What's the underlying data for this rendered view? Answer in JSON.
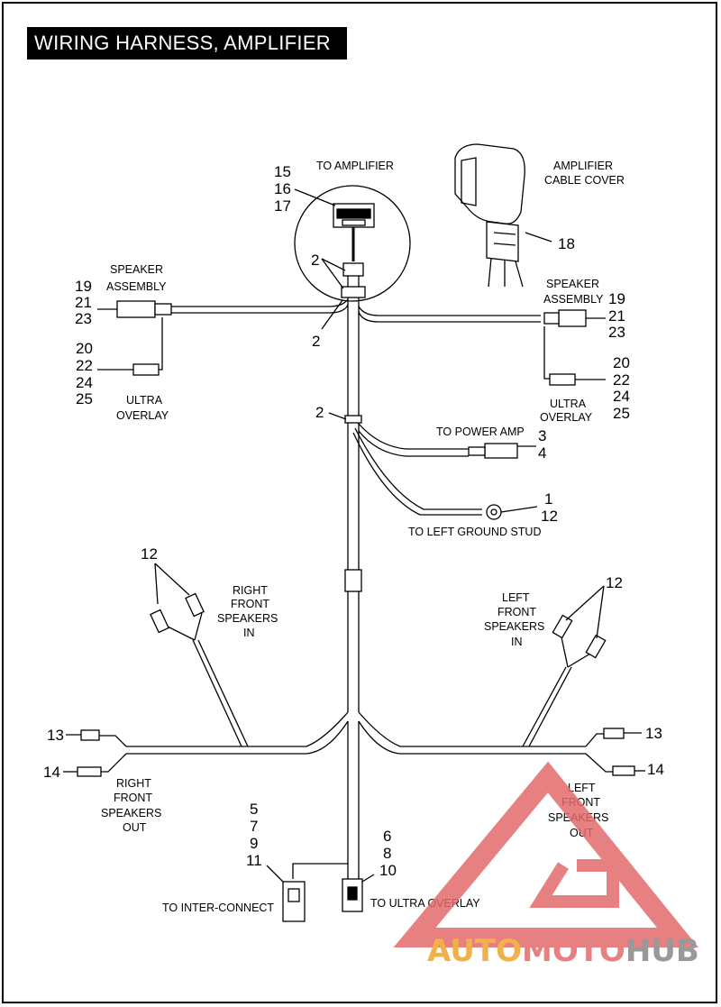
{
  "title": "WIRING HARNESS, AMPLIFIER",
  "labels": {
    "to_amplifier": "TO AMPLIFIER",
    "amp_cover_1": "AMPLIFIER",
    "amp_cover_2": "CABLE COVER",
    "spk_left_1": "SPEAKER",
    "spk_left_2": "ASSEMBLY",
    "spk_right_1": "SPEAKER",
    "spk_right_2": "ASSEMBLY",
    "ultra_left_1": "ULTRA",
    "ultra_left_2": "OVERLAY",
    "ultra_right_1": "ULTRA",
    "ultra_right_2": "OVERLAY",
    "to_power_amp": "TO POWER AMP",
    "to_left_ground": "TO LEFT GROUND STUD",
    "rfs_in_1": "RIGHT",
    "rfs_in_2": "FRONT",
    "rfs_in_3": "SPEAKERS",
    "rfs_in_4": "IN",
    "lfs_in_1": "LEFT",
    "lfs_in_2": "FRONT",
    "lfs_in_3": "SPEAKERS",
    "lfs_in_4": "IN",
    "rfs_out_1": "RIGHT",
    "rfs_out_2": "FRONT",
    "rfs_out_3": "SPEAKERS",
    "rfs_out_4": "OUT",
    "lfs_out_1": "LEFT",
    "lfs_out_2": "FRONT",
    "lfs_out_3": "SPEAKERS",
    "lfs_out_4": "OUT",
    "to_inter_connect": "TO INTER-CONNECT",
    "to_ultra_overlay": "TO ULTRA OVERLAY"
  },
  "callouts": {
    "c15": "15",
    "c16": "16",
    "c17": "17",
    "c18": "18",
    "c2a": "2",
    "c2b": "2",
    "c2c": "2",
    "l19": "19",
    "l21": "21",
    "l23": "23",
    "l20": "20",
    "l22": "22",
    "l24": "24",
    "l25": "25",
    "r19": "19",
    "r21": "21",
    "r23": "23",
    "r20": "20",
    "r22": "22",
    "r24": "24",
    "r25": "25",
    "c3": "3",
    "c4": "4",
    "c1": "1",
    "c12g": "12",
    "c12r": "12",
    "c12l": "12",
    "c13l": "13",
    "c14l": "14",
    "c13r": "13",
    "c14r": "14",
    "c5": "5",
    "c7": "7",
    "c9": "9",
    "c11": "11",
    "c6": "6",
    "c8": "8",
    "c10": "10"
  },
  "watermark": {
    "part1": "AUTO",
    "part2": "MOTO",
    "part3": "HUB",
    "color_primary": "#f0a32a",
    "color_secondary": "#e36b6b",
    "color_dark": "#888888"
  }
}
